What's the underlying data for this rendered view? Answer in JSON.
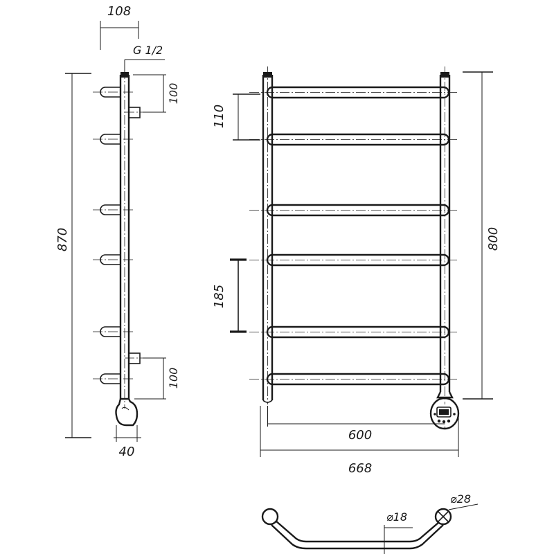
{
  "dimensions": {
    "side_pipe_offset": "108",
    "thread": "G 1/2",
    "top_connection_spacing": "100",
    "bottom_connection_spacing": "100",
    "total_height": "870",
    "heater_depth": "40",
    "top_rung_spacing": "110",
    "middle_rung_spacing": "185",
    "rail_height": "800",
    "center_distance": "600",
    "overall_width": "668",
    "rung_diameter": "⌀18",
    "rail_diameter": "⌀28"
  },
  "colors": {
    "line": "#1a1a1a",
    "background": "#ffffff"
  }
}
